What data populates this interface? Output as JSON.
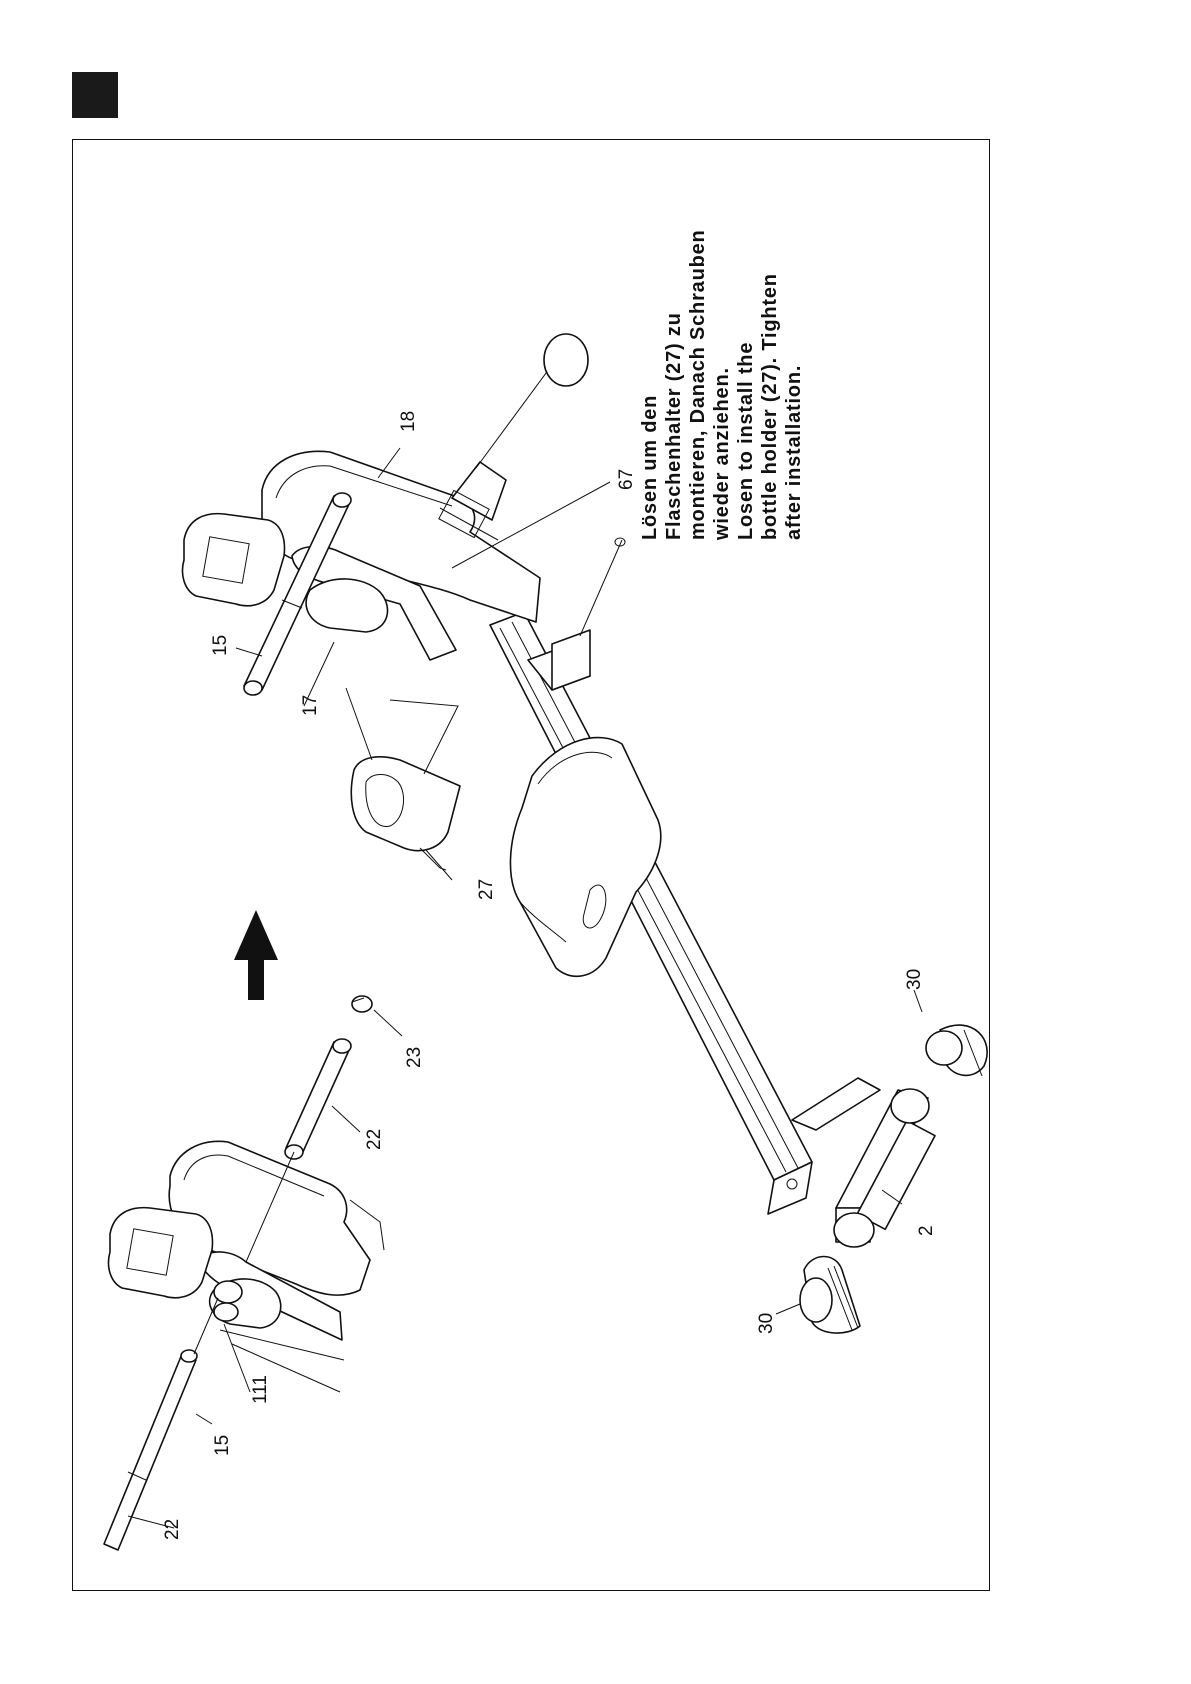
{
  "callouts": {
    "c15_top": "15",
    "c17": "17",
    "c18": "18",
    "c67": "67",
    "c27": "27",
    "c23": "23",
    "c22_mid": "22",
    "c30_right": "30",
    "c2": "2",
    "c30_left": "30",
    "c111": "111",
    "c15_bottom": "15",
    "c22_bottom": "22"
  },
  "note": {
    "line1": "Lösen um den",
    "line2": "Flaschenhalter (27) zu",
    "line3": "montieren, Danach Schrauben",
    "line4": "wieder anziehen.",
    "line5": "Losen to install the",
    "line6": "bottle holder (27). Tighten",
    "line7": "after installation."
  },
  "colors": {
    "line": "#111111",
    "marker": "#1a1a1a",
    "background": "#ffffff"
  },
  "icons": {
    "direction_arrow": "arrow-up-icon"
  }
}
